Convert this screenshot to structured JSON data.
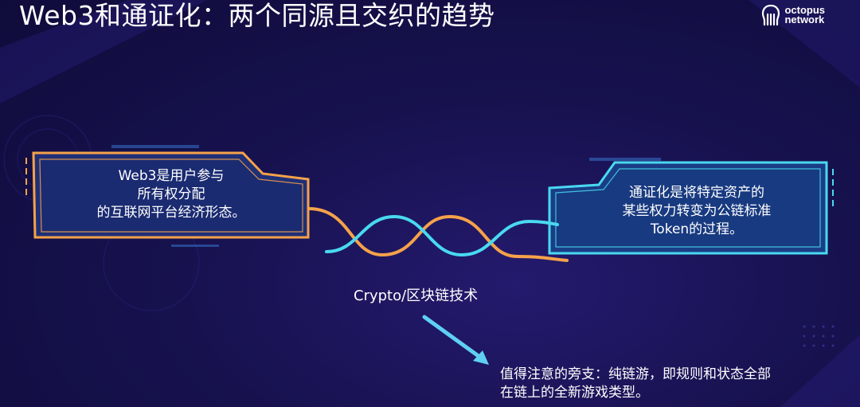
{
  "slide": {
    "title": "Web3和通证化：两个同源且交织的趋势"
  },
  "logo": {
    "icon": "octopus-icon",
    "line1": "octopus",
    "line2": "network"
  },
  "left_panel": {
    "lines": [
      "Web3是用户参与",
      "所有权分配",
      "的互联网平台经济形态。"
    ],
    "color": "#f5a24a"
  },
  "right_panel": {
    "lines": [
      "通证化是将特定资产的",
      "某些权力转变为公链标准",
      "Token的过程。"
    ],
    "color": "#49d9f0"
  },
  "center": {
    "label": "Crypto/区块链技术"
  },
  "note": {
    "lines": [
      "值得注意的旁支：纯链游，即规则和状态全部",
      "在链上的全新游戏类型。"
    ]
  }
}
